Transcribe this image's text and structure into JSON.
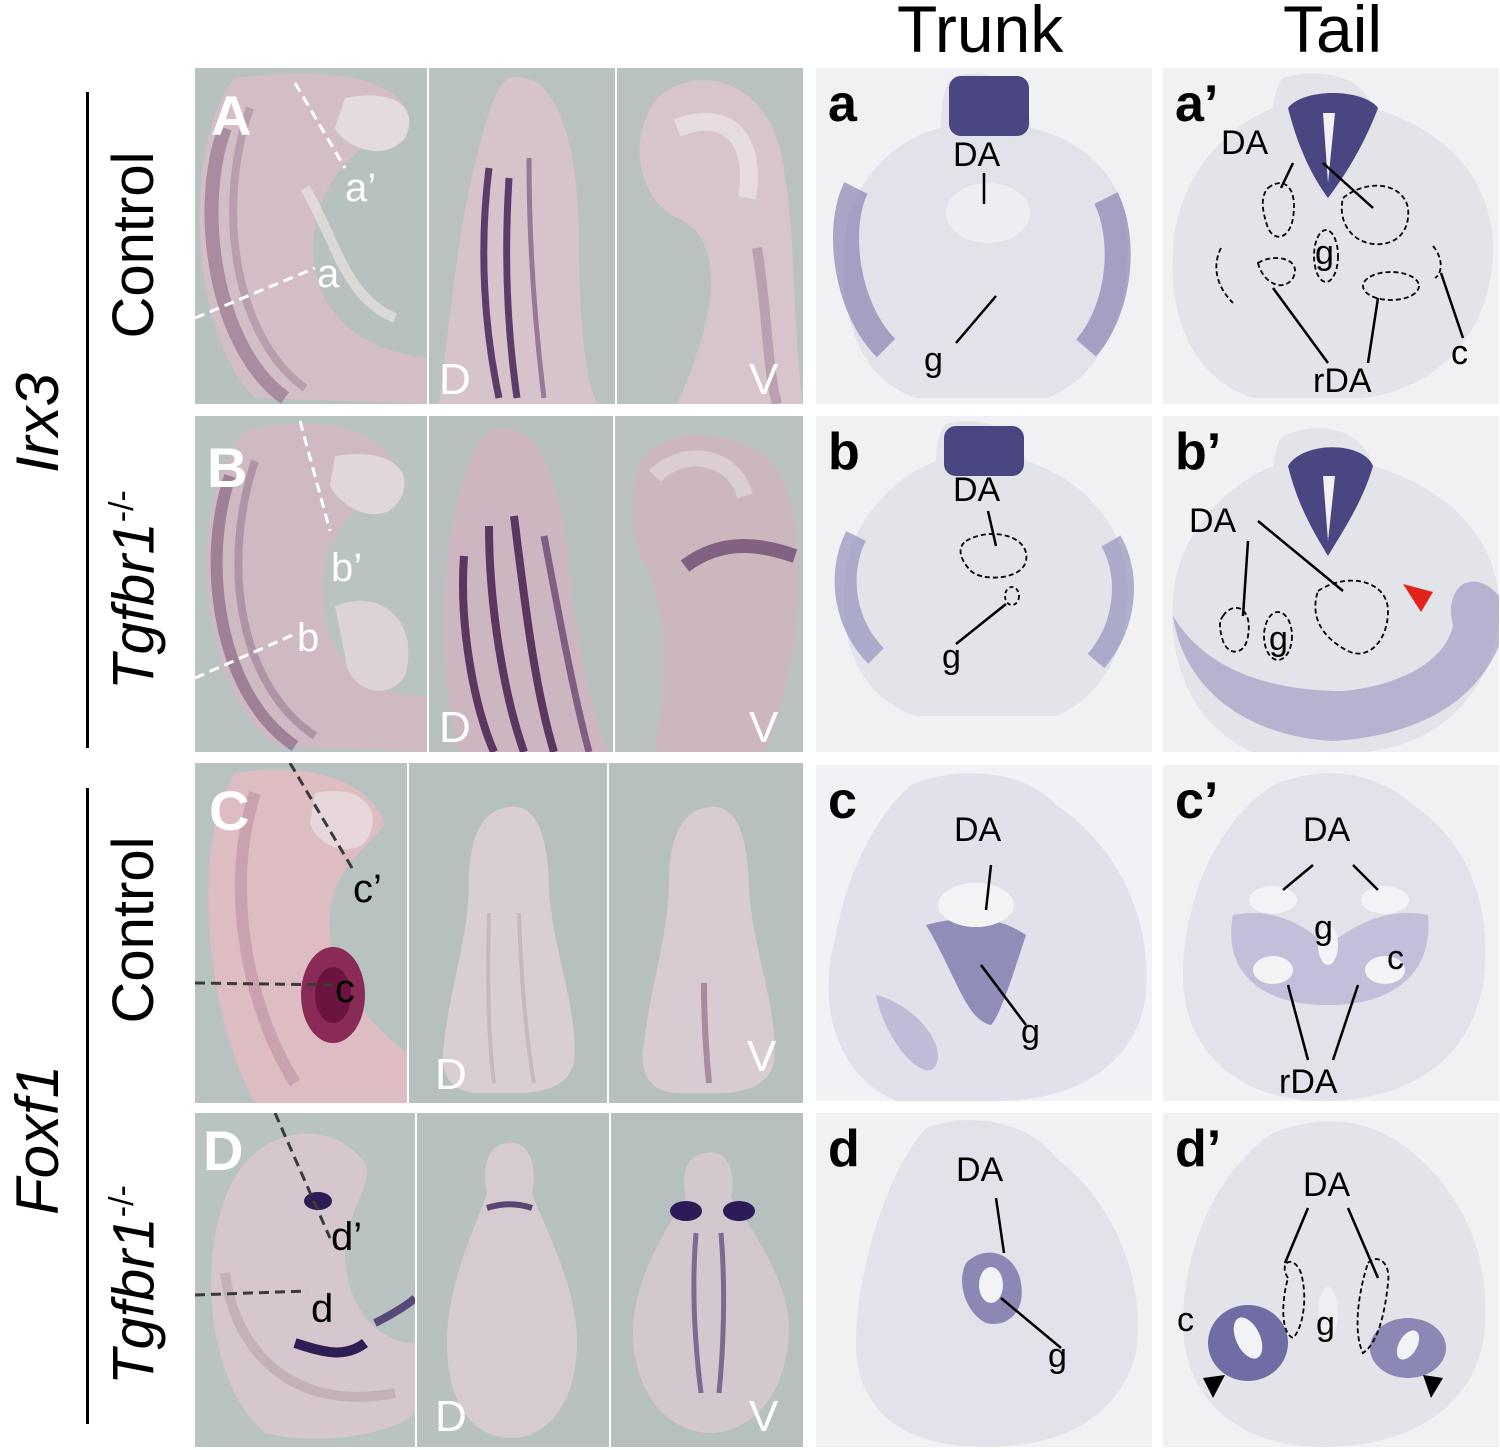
{
  "column_headers": {
    "trunk": "Trunk",
    "tail": "Tail"
  },
  "genes": {
    "top": "Irx3",
    "bottom": "Foxf1"
  },
  "genotypes": {
    "control": "Control",
    "mutant_base": "Tgfbr1",
    "mutant_sup": "-/-"
  },
  "whole_mount": {
    "rows": [
      {
        "letter": "A",
        "cut_trunk": "a",
        "cut_tail": "a’",
        "dorsal": "D",
        "ventral": "V"
      },
      {
        "letter": "B",
        "cut_trunk": "b",
        "cut_tail": "b’",
        "dorsal": "D",
        "ventral": "V"
      },
      {
        "letter": "C",
        "cut_trunk": "c",
        "cut_tail": "c’",
        "dorsal": "D",
        "ventral": "V"
      },
      {
        "letter": "D",
        "cut_trunk": "d",
        "cut_tail": "d’",
        "dorsal": "D",
        "ventral": "V"
      }
    ]
  },
  "sections": {
    "a": {
      "letter": "a",
      "labels": [
        "DA",
        "g"
      ]
    },
    "a2": {
      "letter": "a’",
      "labels": [
        "DA",
        "g",
        "rDA",
        "c"
      ]
    },
    "b": {
      "letter": "b",
      "labels": [
        "DA",
        "g"
      ]
    },
    "b2": {
      "letter": "b’",
      "labels": [
        "DA",
        "g"
      ]
    },
    "c": {
      "letter": "c",
      "labels": [
        "DA",
        "g"
      ]
    },
    "c2": {
      "letter": "c’",
      "labels": [
        "DA",
        "g",
        "c",
        "rDA"
      ]
    },
    "d": {
      "letter": "d",
      "labels": [
        "DA",
        "g"
      ]
    },
    "d2": {
      "letter": "d’",
      "labels": [
        "DA",
        "c",
        "g"
      ]
    }
  },
  "colors": {
    "background_whole_mount": "#b9c2c1",
    "embryo_tissue": "#d9c2c9",
    "stain": "#3a2a6e",
    "red_arrowhead": "#e2231a",
    "section_background": "#f1f1f3"
  }
}
